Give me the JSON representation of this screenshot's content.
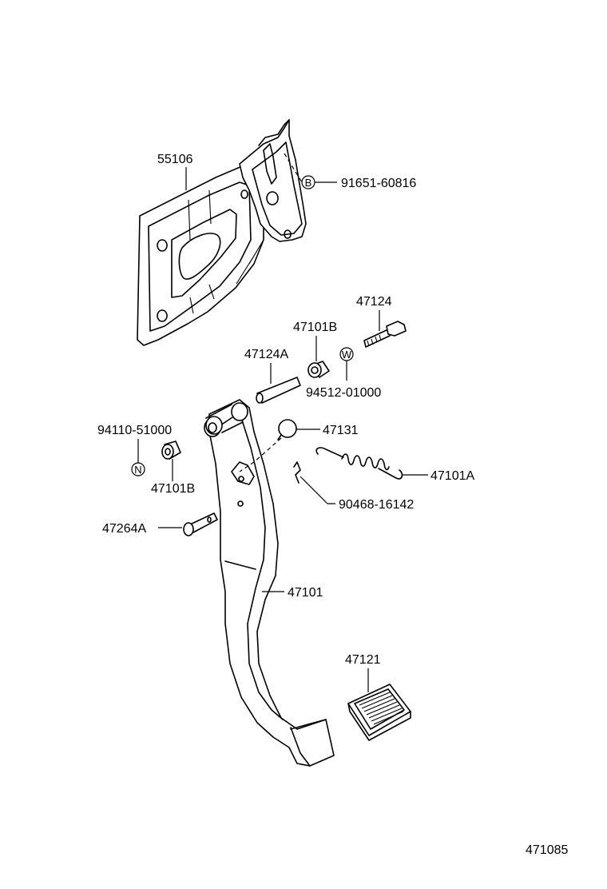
{
  "diagram": {
    "figure_code": "471085",
    "labels": {
      "bracket": "55106",
      "bracket_bolt": "91651-60816",
      "bolt": "47124",
      "bushing_right": "47101B",
      "pin": "47124A",
      "washer": "94512-01000",
      "cushion": "47131",
      "nut": "94110-51000",
      "bushing_left": "47101B",
      "spring": "47101A",
      "clip": "90468-16142",
      "stopper_pin": "47264A",
      "pedal_arm": "47101",
      "pedal_pad": "47121"
    },
    "markers": {
      "bolt_marker": "B",
      "washer_marker": "W",
      "nut_marker": "N"
    }
  }
}
